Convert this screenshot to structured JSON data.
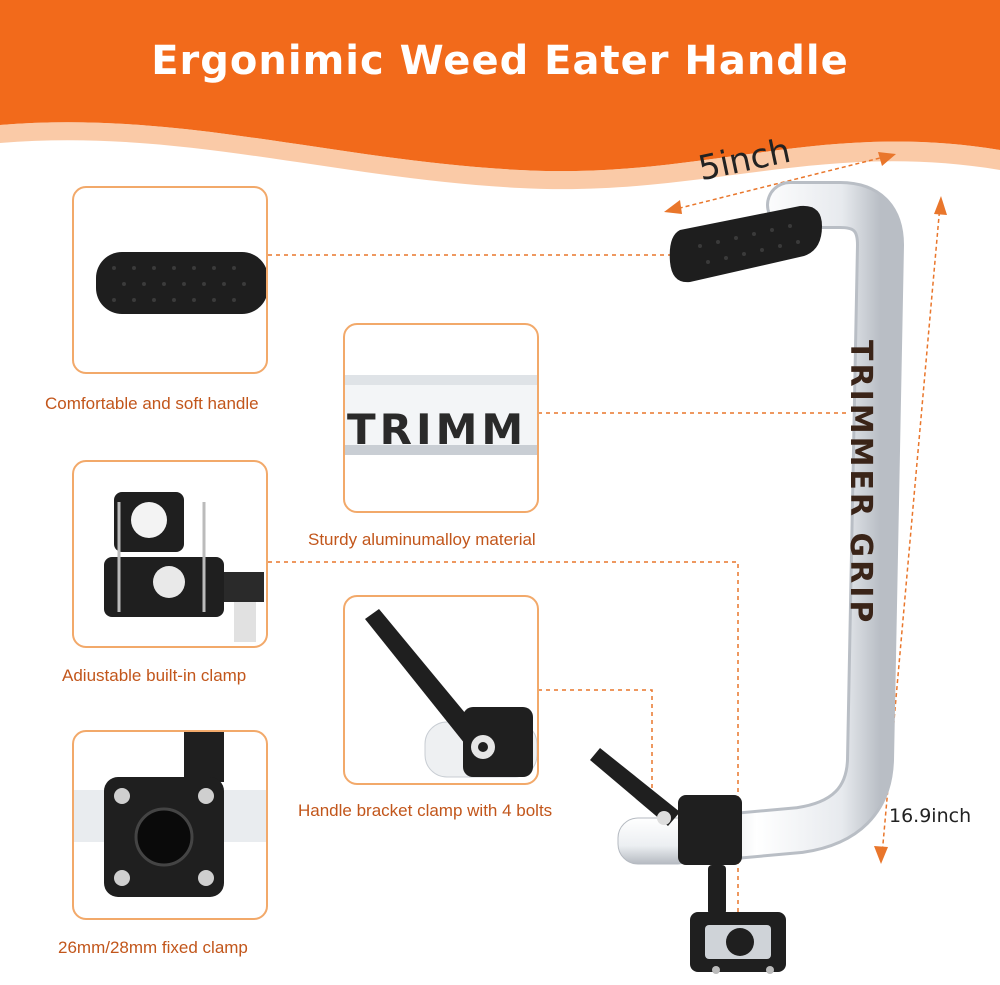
{
  "page": {
    "title": "Ergonimic Weed Eater Handle"
  },
  "colors": {
    "accent": "#f26a1b",
    "card_border": "#f2a96a",
    "caption": "#c2561b",
    "dark_part": "#1f1f1f"
  },
  "features": [
    {
      "caption": "Comfortable and soft handle",
      "icon": "foam-grip-image"
    },
    {
      "caption": "Sturdy aluminumalloy material",
      "icon": "aluminum-tube-image",
      "tube_text": "TRIMM"
    },
    {
      "caption": "Adiustable built-in clamp",
      "icon": "built-in-clamp-image"
    },
    {
      "caption": "Handle bracket clamp with 4 bolts",
      "icon": "bracket-clamp-image"
    },
    {
      "caption": "26mm/28mm fixed clamp",
      "icon": "fixed-clamp-image"
    }
  ],
  "dimensions": {
    "width": "5inch",
    "height": "16.9inch"
  },
  "product": {
    "grip_text": "TRIMMER GRIP"
  }
}
